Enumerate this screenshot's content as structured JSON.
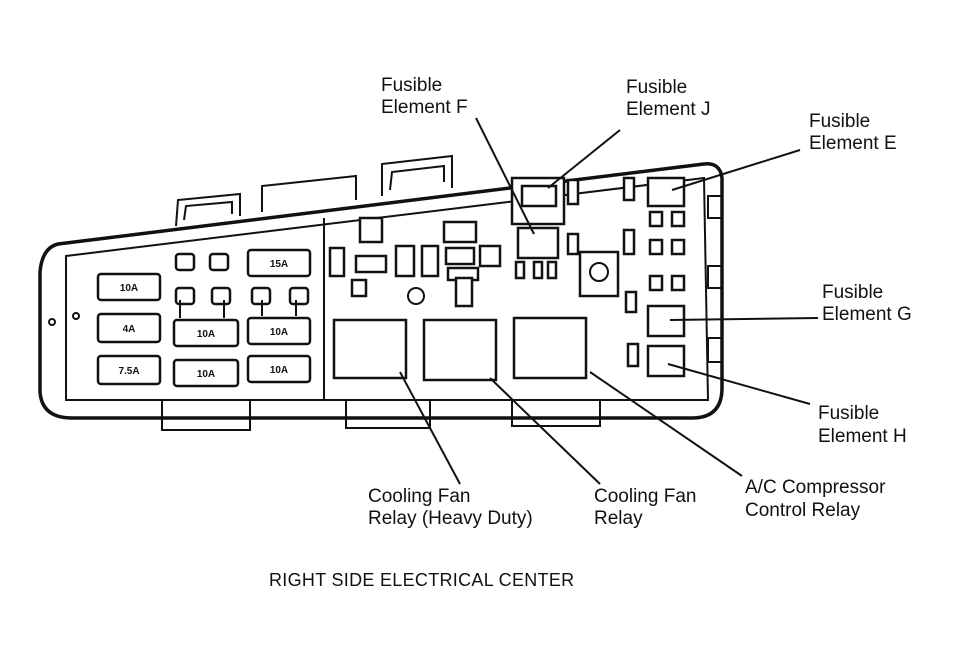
{
  "labels": {
    "fusible_f": [
      "Fusible",
      "Element F"
    ],
    "fusible_j": [
      "Fusible",
      "Element J"
    ],
    "fusible_e": [
      "Fusible",
      "Element E"
    ],
    "fusible_g": [
      "Fusible",
      "Element G"
    ],
    "fusible_h": [
      "Fusible",
      "Element H"
    ],
    "cooling_fan_hd": [
      "Cooling Fan",
      "Relay (Heavy Duty)"
    ],
    "cooling_fan": [
      "Cooling Fan",
      "Relay"
    ],
    "ac_relay": [
      "A/C Compressor",
      "Control Relay"
    ]
  },
  "fuses": [
    "10A",
    "4A",
    "7.5A",
    "15A",
    "10A",
    "10A",
    "10A",
    "10A"
  ],
  "caption": "RIGHT SIDE ELECTRICAL CENTER"
}
